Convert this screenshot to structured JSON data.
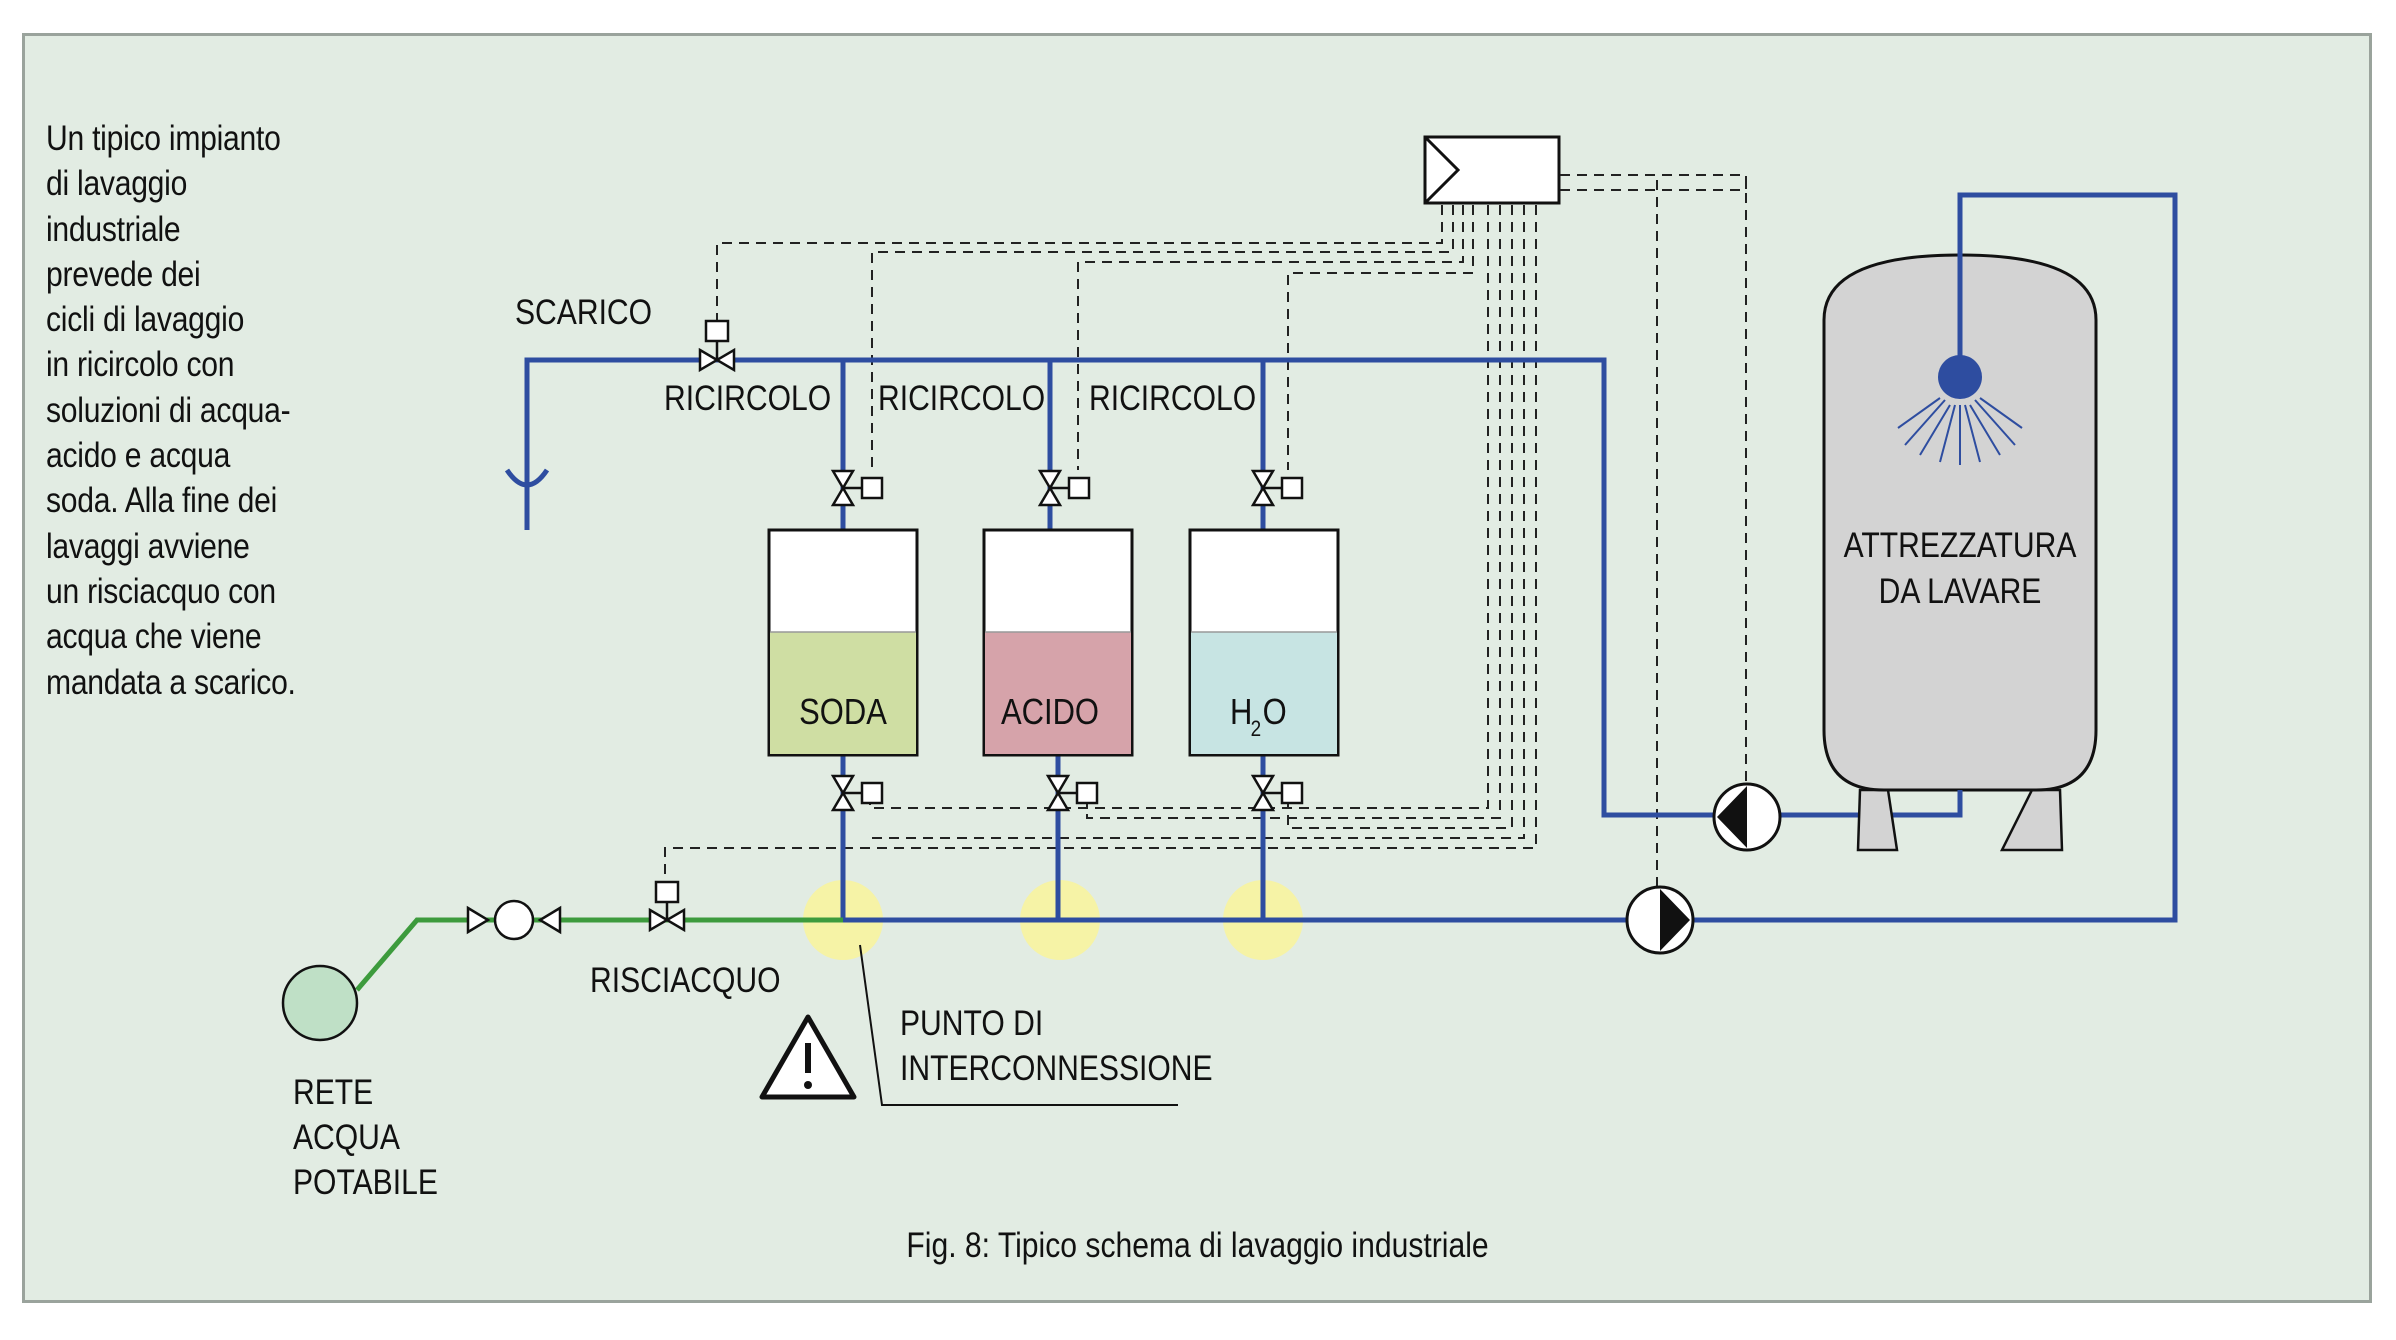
{
  "description_lines": [
    "Un tipico impianto",
    "di lavaggio",
    "industriale",
    "prevede dei",
    "cicli di lavaggio",
    "in ricircolo con",
    "soluzioni di acqua-",
    "acido e acqua",
    "soda. Alla fine dei",
    "lavaggi avviene",
    "un risciacquo con",
    "acqua che viene",
    "mandata a scarico."
  ],
  "labels": {
    "scarico": "SCARICO",
    "ricircolo_1": "RICIRCOLO",
    "ricircolo_2": "RICIRCOLO",
    "ricircolo_3": "RICIRCOLO",
    "risciacquo": "RISCIACQUO",
    "rete_line1": "RETE",
    "rete_line2": "ACQUA",
    "rete_line3": "POTABILE",
    "punto_line1": "PUNTO DI",
    "punto_line2": "INTERCONNESSIONE",
    "attrezzatura_line1": "ATTREZZATURA",
    "attrezzatura_line2": "DA LAVARE"
  },
  "tanks": {
    "soda": "SODA",
    "acido": "ACIDO",
    "h2o_h": "H",
    "h2o_sub": "2",
    "h2o_o": "O"
  },
  "caption": "Fig. 8: Tipico schema di lavaggio industriale",
  "colors": {
    "background": "#e2ece3",
    "pipe_blue": "#2e4da0",
    "pipe_green": "#3d9b3d",
    "soda_fill": "#cfdea3",
    "acido_fill": "#d6a3aa",
    "h2o_fill": "#c7e4e3",
    "vessel_fill": "#d3d3d3",
    "interconnection_highlight": "#f6f3a6",
    "rete_fill": "#bfe0c6"
  }
}
